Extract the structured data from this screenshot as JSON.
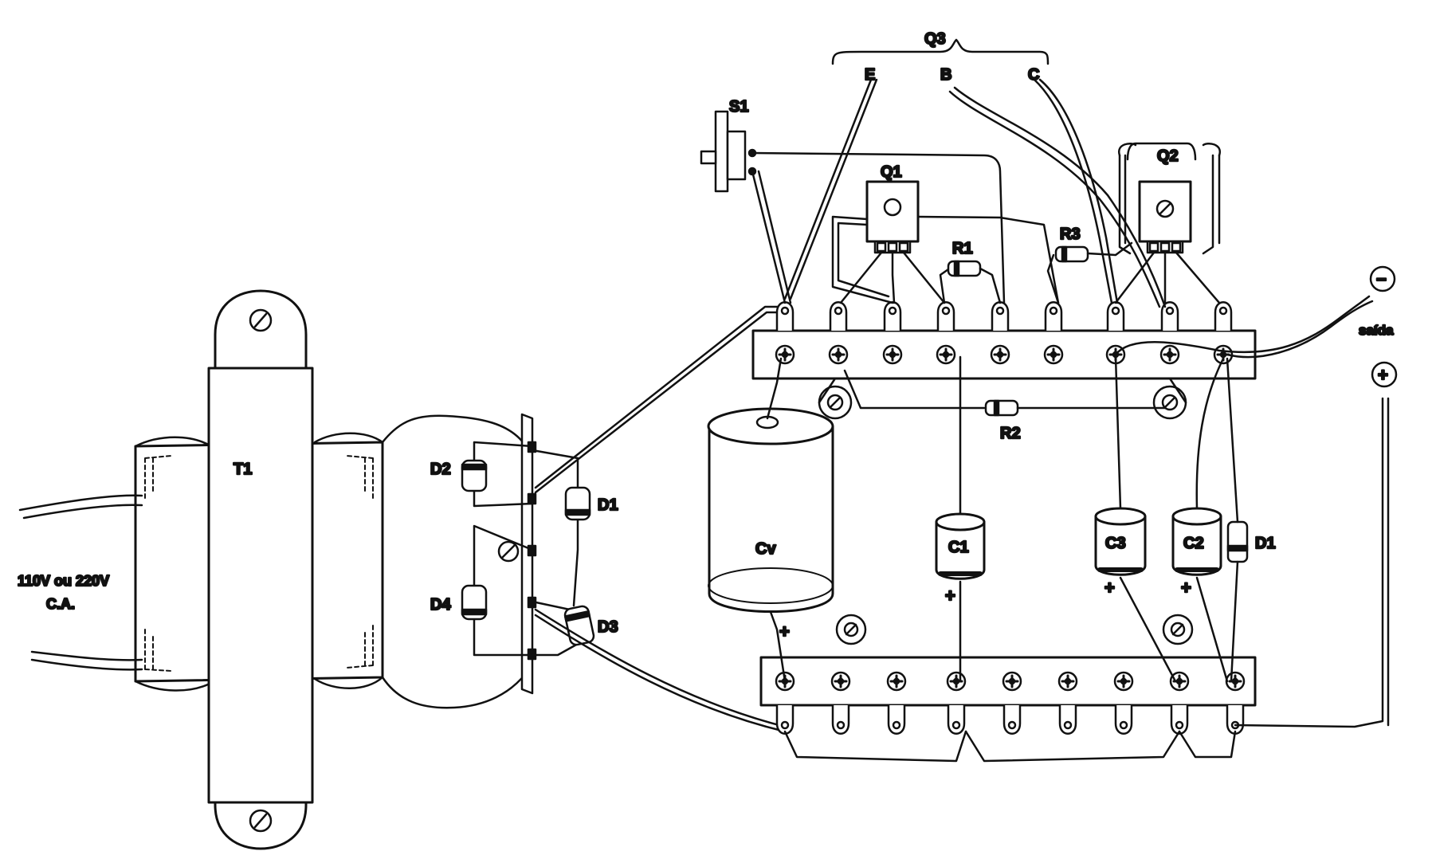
{
  "diagram": {
    "labels": {
      "t1": "T1",
      "mains": "110V ou 220V",
      "ac": "C.A.",
      "d1": "D1",
      "d2": "D2",
      "d3": "D3",
      "d4": "D4",
      "s1": "S1",
      "q1": "Q1",
      "q2": "Q2",
      "q3": "Q3",
      "emitter": "E",
      "base": "B",
      "collector": "C",
      "r1": "R1",
      "r2": "R2",
      "r3": "R3",
      "cv": "Cv",
      "c1": "C1",
      "c2": "C2",
      "c3": "C3",
      "d1_right": "D1",
      "saida": "saída",
      "minus": "−",
      "plus": "+",
      "pol_cv": "+",
      "pol_c1": "+",
      "pol_c3": "+",
      "pol_c2": "+"
    }
  }
}
